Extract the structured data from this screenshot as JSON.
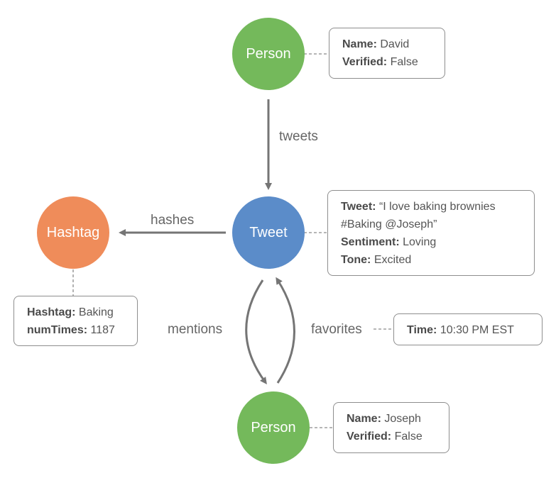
{
  "nodes": {
    "person_top": {
      "label": "Person",
      "color": "#74b95b"
    },
    "tweet": {
      "label": "Tweet",
      "color": "#5b8cc9"
    },
    "hashtag": {
      "label": "Hashtag",
      "color": "#ef8c5a"
    },
    "person_bottom": {
      "label": "Person",
      "color": "#74b95b"
    }
  },
  "edges": {
    "tweets": "tweets",
    "hashes": "hashes",
    "mentions": "mentions",
    "favorites": "favorites"
  },
  "properties": {
    "person_top": [
      {
        "key": "Name:",
        "value": "David"
      },
      {
        "key": "Verified:",
        "value": "False"
      }
    ],
    "tweet": {
      "tweet_key": "Tweet:",
      "tweet_value_line1": "“I love baking brownies",
      "tweet_value_line2": "#Baking @Joseph”",
      "sentiment_key": "Sentiment:",
      "sentiment_value": "Loving",
      "tone_key": "Tone:",
      "tone_value": "Excited"
    },
    "hashtag": [
      {
        "key": "Hashtag:",
        "value": "Baking"
      },
      {
        "key": "numTimes:",
        "value": "1187"
      }
    ],
    "favorites": [
      {
        "key": "Time:",
        "value": "10:30 PM EST"
      }
    ],
    "person_bottom": [
      {
        "key": "Name:",
        "value": "Joseph"
      },
      {
        "key": "Verified:",
        "value": "False"
      }
    ]
  },
  "colors": {
    "arrow": "#757575",
    "edge_text": "#666666",
    "box_border": "#8e8e8e"
  }
}
